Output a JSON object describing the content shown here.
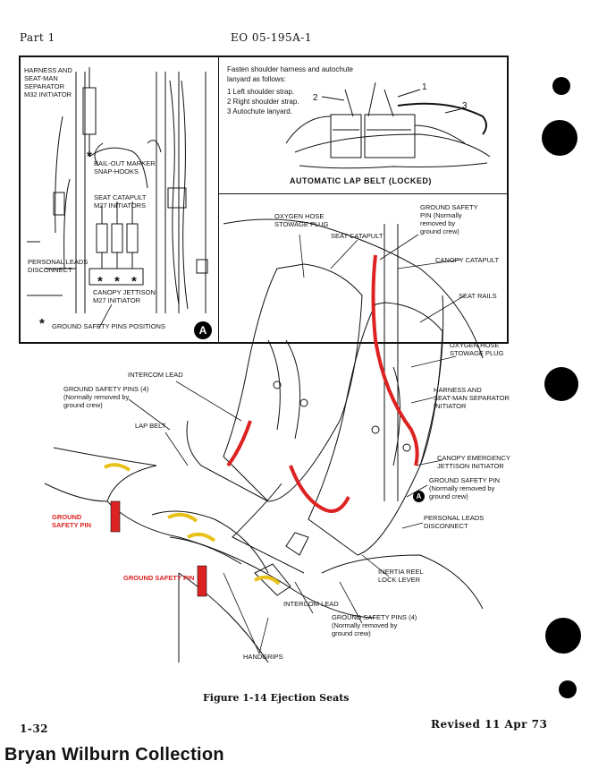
{
  "header": {
    "part": "Part 1",
    "doc_number": "EO 05-195A-1"
  },
  "inset_a": {
    "labels": {
      "harness": "HARNESS AND\nSEAT-MAN\nSEPARATOR\nM32 INITIATOR",
      "bailout": "BAIL-OUT MARKER\nSNAP-HOOKS",
      "catapult": "SEAT CATAPULT\nM27 INITIATORS",
      "personal": "PERSONAL LEADS\nDISCONNECT",
      "canopy": "CANOPY JETTISON\nM27 INITIATOR",
      "legend": "GROUND SAFETY PINS POSITIONS"
    },
    "star": "*",
    "badge": "A"
  },
  "inset_belt": {
    "instructions": {
      "intro": "Fasten shoulder harness and autochute lanyard as follows:",
      "items": [
        "1  Left shoulder strap.",
        "2  Right shoulder strap.",
        "3  Autochute lanyard."
      ]
    },
    "callouts": [
      "1",
      "2",
      "3"
    ],
    "title": "AUTOMATIC LAP BELT (LOCKED)"
  },
  "main_labels": {
    "oxygen_plug_top": "OXYGEN HOSE\nSTOWAGE PLUG",
    "seat_catapult": "SEAT CATAPULT",
    "gsp_top": "GROUND SAFETY\nPIN (Normally\nremoved by\nground crew)",
    "canopy_catapult": "CANOPY CATAPULT",
    "seat_rails": "SEAT RAILS",
    "oxygen_plug_right": "OXYGEN HOSE\nSTOWAGE PLUG",
    "harness_right": "HARNESS AND\nSEAT-MAN SEPARATOR\nINITIATOR",
    "canopy_emergency": "CANOPY EMERGENCY\nJETTISON INITIATOR",
    "gsp_right": "GROUND SAFETY PIN\n(Normally removed by\nground crew)",
    "personal_leads": "PERSONAL LEADS\nDISCONNECT",
    "intercom_top": "INTERCOM LEAD",
    "gsp4_left": "GROUND SAFETY PINS (4)\n(Normally removed by\nground crew)",
    "lap_belt": "LAP BELT",
    "gsp_red_1": "GROUND\nSAFETY PIN",
    "gsp_red_2": "GROUND SAFETY PIN",
    "inertia_reel": "INERTIA REEL\nLOCK LEVER",
    "intercom_bottom": "INTERCOM LEAD",
    "gsp4_bottom": "GROUND SAFETY PINS (4)\n(Normally removed by\nground crew)",
    "handgrips": "HANDGRIPS",
    "view_badge": "A"
  },
  "caption": "Figure 1-14   Ejection Seats",
  "page_number": "1-32",
  "revision": "Revised 11 Apr 73",
  "collection": "Bryan Wilburn Collection",
  "colors": {
    "ink": "#111111",
    "safety_red": "#dd2222",
    "grip_yellow": "#e8c21a",
    "paper": "#ffffff"
  }
}
